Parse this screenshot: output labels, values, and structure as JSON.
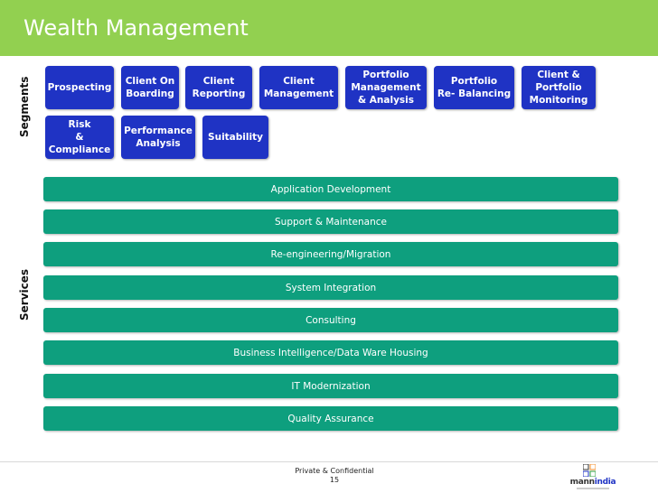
{
  "title": "Wealth Management",
  "segments_label": "Segments",
  "services_label": "Services",
  "segments": [
    "Prospecting",
    "Client On\nBoarding",
    "Client\nReporting",
    "Client\nManagement",
    "Portfolio\nManagement\n& Analysis",
    "Portfolio\nRe- Balancing",
    "Client &\nPortfolio\nMonitoring",
    "Risk\n&\nCompliance",
    "Performance\nAnalysis",
    "Suitability"
  ],
  "services": [
    "Application Development",
    "Support & Maintenance",
    "Re-engineering/Migration",
    "System Integration",
    "Consulting",
    "Business Intelligence/Data Ware Housing",
    "IT Modernization",
    "Quality Assurance"
  ],
  "footer": {
    "confidential": "Private & Confidential",
    "page_number": "15"
  },
  "logo": {
    "mann": "mann",
    "india": "india"
  },
  "colors": {
    "title_bar": "#92d050",
    "segment_box": "#1f33c4",
    "service_bar": "#0e9f7e"
  }
}
